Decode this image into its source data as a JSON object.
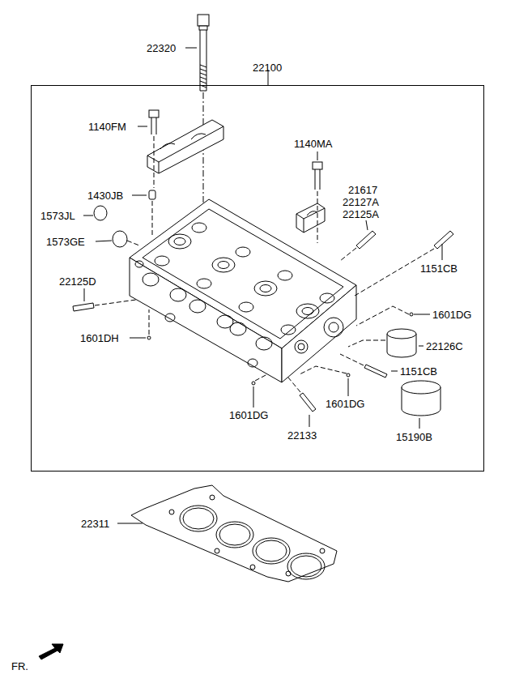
{
  "diagram": {
    "nodes": [
      {
        "text": [
          "22100"
        ]
      }
    ],
    "labels": [
      "22320",
      "1140FM",
      "1140MA",
      "1430JB",
      "21617",
      "22127A",
      "22125A",
      "1573JL",
      "1573GE",
      "1151CB",
      "22125D",
      "1601DG",
      "1601DH",
      "22126C",
      "1151CB",
      "1601DG",
      "1601DG",
      "22133",
      "15190B",
      "22311",
      "FR."
    ]
  }
}
